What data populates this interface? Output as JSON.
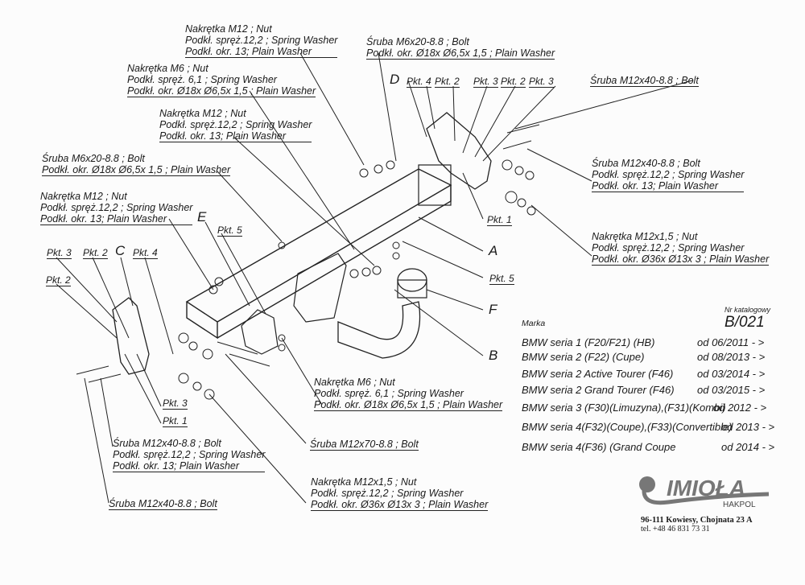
{
  "labels": {
    "nut_m12_top": [
      "Nakrętka M12 ; Nut",
      "Podkł. spręż.12,2 ; Spring Washer",
      "Podkł. okr. 13; Plain Washer"
    ],
    "nut_m6_top": [
      "Nakrętka M6 ; Nut",
      "Podkł. spręż. 6,1 ; Spring Washer",
      "Podkł. okr. Ø18x Ø6,5x 1,5 ; Plain Washer"
    ],
    "nut_m12_mid": [
      "Nakrętka M12 ; Nut",
      "Podkł. spręż.12,2 ; Spring Washer",
      "Podkł. okr. 13; Plain Washer"
    ],
    "bolt_m6_left": [
      "Śruba M6x20-8.8 ; Bolt",
      "Podkł. okr. Ø18x Ø6,5x 1,5 ; Plain Washer"
    ],
    "nut_m12_left": [
      "Nakrętka M12 ; Nut",
      "Podkł. spręż.12,2 ; Spring Washer",
      "Podkł. okr. 13; Plain Washer"
    ],
    "bolt_m6_top": [
      "Śruba M6x20-8.8 ; Bolt",
      "Podkł. okr. Ø18x Ø6,5x 1,5 ; Plain Washer"
    ],
    "bolt_m12x40_topright": [
      "Śruba M12x40-8.8 ; Bolt"
    ],
    "bolt_m12x40_right": [
      "Śruba M12x40-8.8 ; Bolt",
      "Podkł. spręż.12,2 ; Spring Washer",
      "Podkł. okr. 13; Plain Washer"
    ],
    "nut_m12x15_right": [
      "Nakrętka M12x1,5 ; Nut",
      "Podkł. spręż.12,2 ; Spring Washer",
      "Podkł. okr. Ø36x Ø13x 3 ; Plain Washer"
    ],
    "nut_m6_bottom": [
      "Nakrętka M6 ; Nut",
      "Podkł. spręż. 6,1 ; Spring Washer",
      "Podkł. okr. Ø18x Ø6,5x 1,5 ; Plain Washer"
    ],
    "bolt_m12x70": [
      "Śruba M12x70-8.8 ; Bolt"
    ],
    "bolt_m12x40_bottomleft": [
      "Śruba M12x40-8.8 ; Bolt",
      "Podkł. spręż.12,2 ; Spring Washer",
      "Podkł. okr. 13; Plain Washer"
    ],
    "nut_m12x15_bottom": [
      "Nakrętka M12x1,5 ; Nut",
      "Podkł. spręż.12,2 ; Spring Washer",
      "Podkł. okr. Ø36x Ø13x 3 ; Plain Washer"
    ],
    "bolt_m12x40_bottom": [
      "Śruba M12x40-8.8 ; Bolt"
    ]
  },
  "marks": {
    "d_pkt4": "Pkt. 4",
    "d_pkt2a": "Pkt. 2",
    "d_pkt3a": "Pkt. 3",
    "d_pkt2b": "Pkt. 2",
    "d_pkt3b": "Pkt. 3",
    "r_pkt1": "Pkt. 1",
    "r_pkt5": "Pkt. 5",
    "e_pkt5": "Pkt. 5",
    "c_pkt3": "Pkt. 3",
    "c_pkt2": "Pkt. 2",
    "c_pkt4": "Pkt. 4",
    "c_pkt2b": "Pkt. 2",
    "c_pkt3b": "Pkt. 3",
    "c_pkt1": "Pkt. 1"
  },
  "letters": {
    "A": "A",
    "B": "B",
    "C": "C",
    "D": "D",
    "E": "E",
    "F": "F"
  },
  "table": {
    "catalog_label": "Nr katalogowy",
    "brand_label": "Marka",
    "catalog_number": "B/021",
    "rows": [
      {
        "model": "BMW seria 1 (F20/F21) (HB)",
        "date": "od 06/2011 - >"
      },
      {
        "model": "BMW seria 2 (F22) (Cupe)",
        "date": "od 08/2013 - >"
      },
      {
        "model": "BMW seria 2 Active Tourer (F46)",
        "date": "od 03/2014 - >"
      },
      {
        "model": "BMW seria 2 Grand Tourer (F46)",
        "date": "od 03/2015 - >"
      },
      {
        "model": "BMW seria 3 (F30)(Limuzyna),(F31)(Kombi)",
        "date": "od 2012 - >"
      },
      {
        "model": "BMW seria 4(F32)(Coupe),(F33)(Convertible)",
        "date": "od 2013 - >"
      },
      {
        "model": "BMW seria 4(F36) (Grand Coupe",
        "date": "od 2014 - >"
      }
    ]
  },
  "company": {
    "logo_text": "IMIOŁA",
    "logo_sub": "HAKPOL",
    "address": "96-111 Kowiesy, Chojnata 23 A",
    "phone": "tel. +48 46 831 73 31"
  },
  "colors": {
    "ink": "#1a1a1a",
    "logo_gray": "#777777"
  }
}
